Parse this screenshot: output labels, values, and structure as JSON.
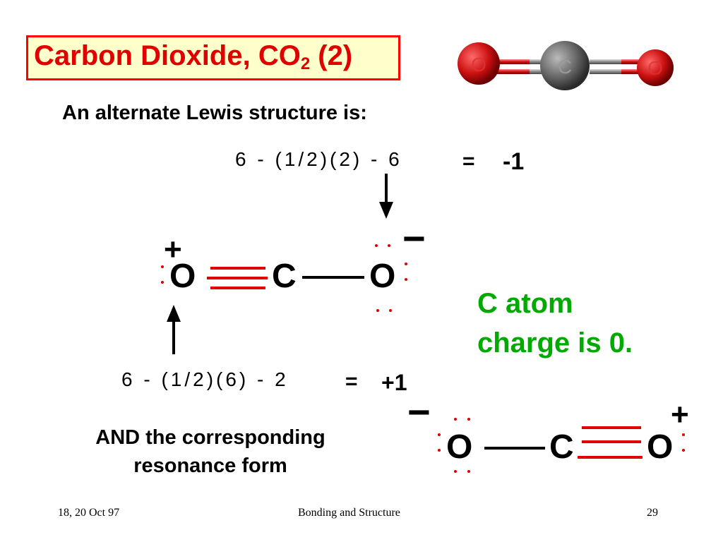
{
  "slide": {
    "title": "Carbon Dioxide, CO",
    "title_subscript": "2",
    "title_suffix": " (2)",
    "subtitle": "An alternate Lewis structure is:",
    "calc_top": "6 - (1/2)(2) - 6",
    "calc_top_eq": "=",
    "calc_top_result": "-1",
    "calc_bottom": "6 - (1/2)(6) - 2",
    "calc_bottom_eq": "=",
    "calc_bottom_result": "+1",
    "note_line1": "C atom",
    "note_line2": "charge is 0.",
    "and_line1": "AND the corresponding",
    "and_line2": "resonance form"
  },
  "model": {
    "left_atom": "O",
    "center_atom": "C",
    "right_atom": "O",
    "colors": {
      "oxygen": "#cc1111",
      "carbon": "#666666"
    }
  },
  "structure1": {
    "atom1": "O",
    "atom2": "C",
    "atom3": "O",
    "plus": "+",
    "minus": "−"
  },
  "structure2": {
    "atom1": "O",
    "atom2": "C",
    "atom3": "O",
    "plus": "+",
    "minus": "−"
  },
  "footer": {
    "date": "18, 20 Oct 97",
    "topic": "Bonding and Structure",
    "page": "29"
  },
  "colors": {
    "title_red": "#e00000",
    "title_bg": "#ffffcc",
    "green": "#00aa00",
    "bond_red": "#e00000"
  }
}
